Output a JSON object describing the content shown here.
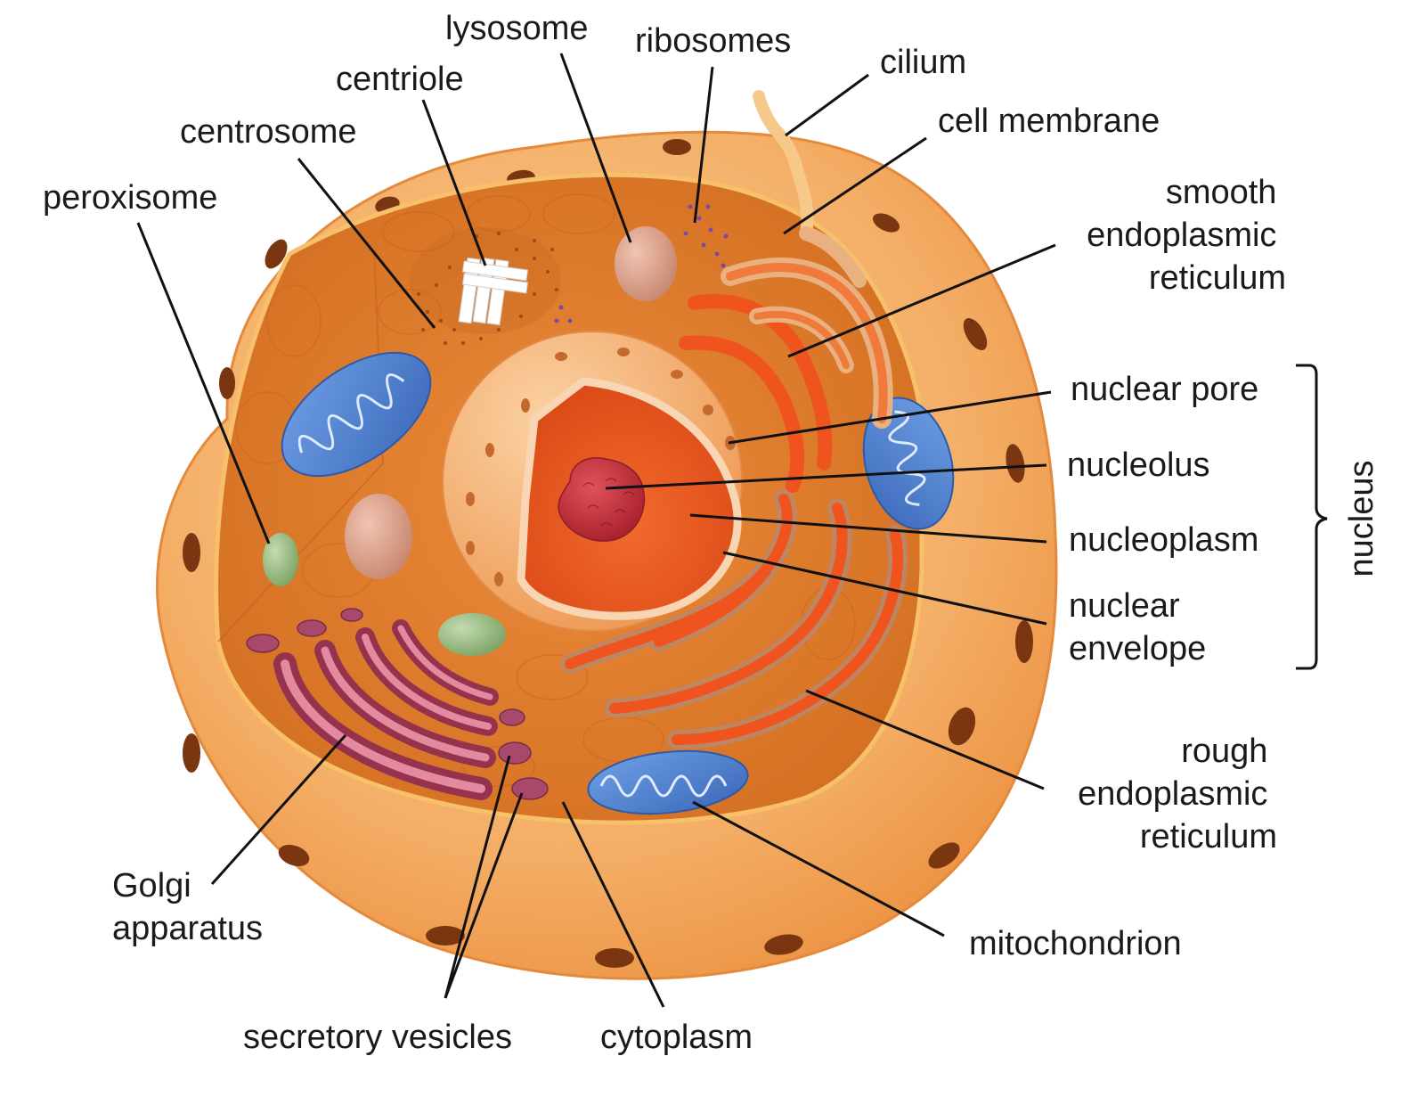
{
  "colors": {
    "background": "#ffffff",
    "membrane_outer": "#f2a65a",
    "membrane_light": "#f7c48a",
    "cytoplasm": "#dc7a2a",
    "nucleus_envelope": "#f3b27a",
    "nucleoplasm": "#e8551e",
    "nucleolus": "#c9303a",
    "er": "#f0541e",
    "mitochondrion": "#4a7fd0",
    "golgi": "#b2455f",
    "vesicle": "#a8486a",
    "peroxisome": "#8fb37a",
    "lysosome": "#d99a88",
    "leader_line": "#111111",
    "label_text": "#1a1a1a"
  },
  "labels": {
    "lysosome": "lysosome",
    "ribosomes": "ribosomes",
    "centriole": "centriole",
    "cilium": "cilium",
    "centrosome": "centrosome",
    "cell_membrane": "cell membrane",
    "peroxisome": "peroxisome",
    "smooth_er": [
      "smooth",
      "endoplasmic",
      "reticulum"
    ],
    "nuclear_pore": "nuclear pore",
    "nucleolus": "nucleolus",
    "nucleoplasm": "nucleoplasm",
    "nuclear_envelope": [
      "nuclear",
      "envelope"
    ],
    "nucleus": "nucleus",
    "rough_er": [
      "rough",
      "endoplasmic",
      "reticulum"
    ],
    "golgi": [
      "Golgi",
      "apparatus"
    ],
    "mitochondrion": "mitochondrion",
    "secretory_vesicles": "secretory vesicles",
    "cytoplasm": "cytoplasm"
  }
}
